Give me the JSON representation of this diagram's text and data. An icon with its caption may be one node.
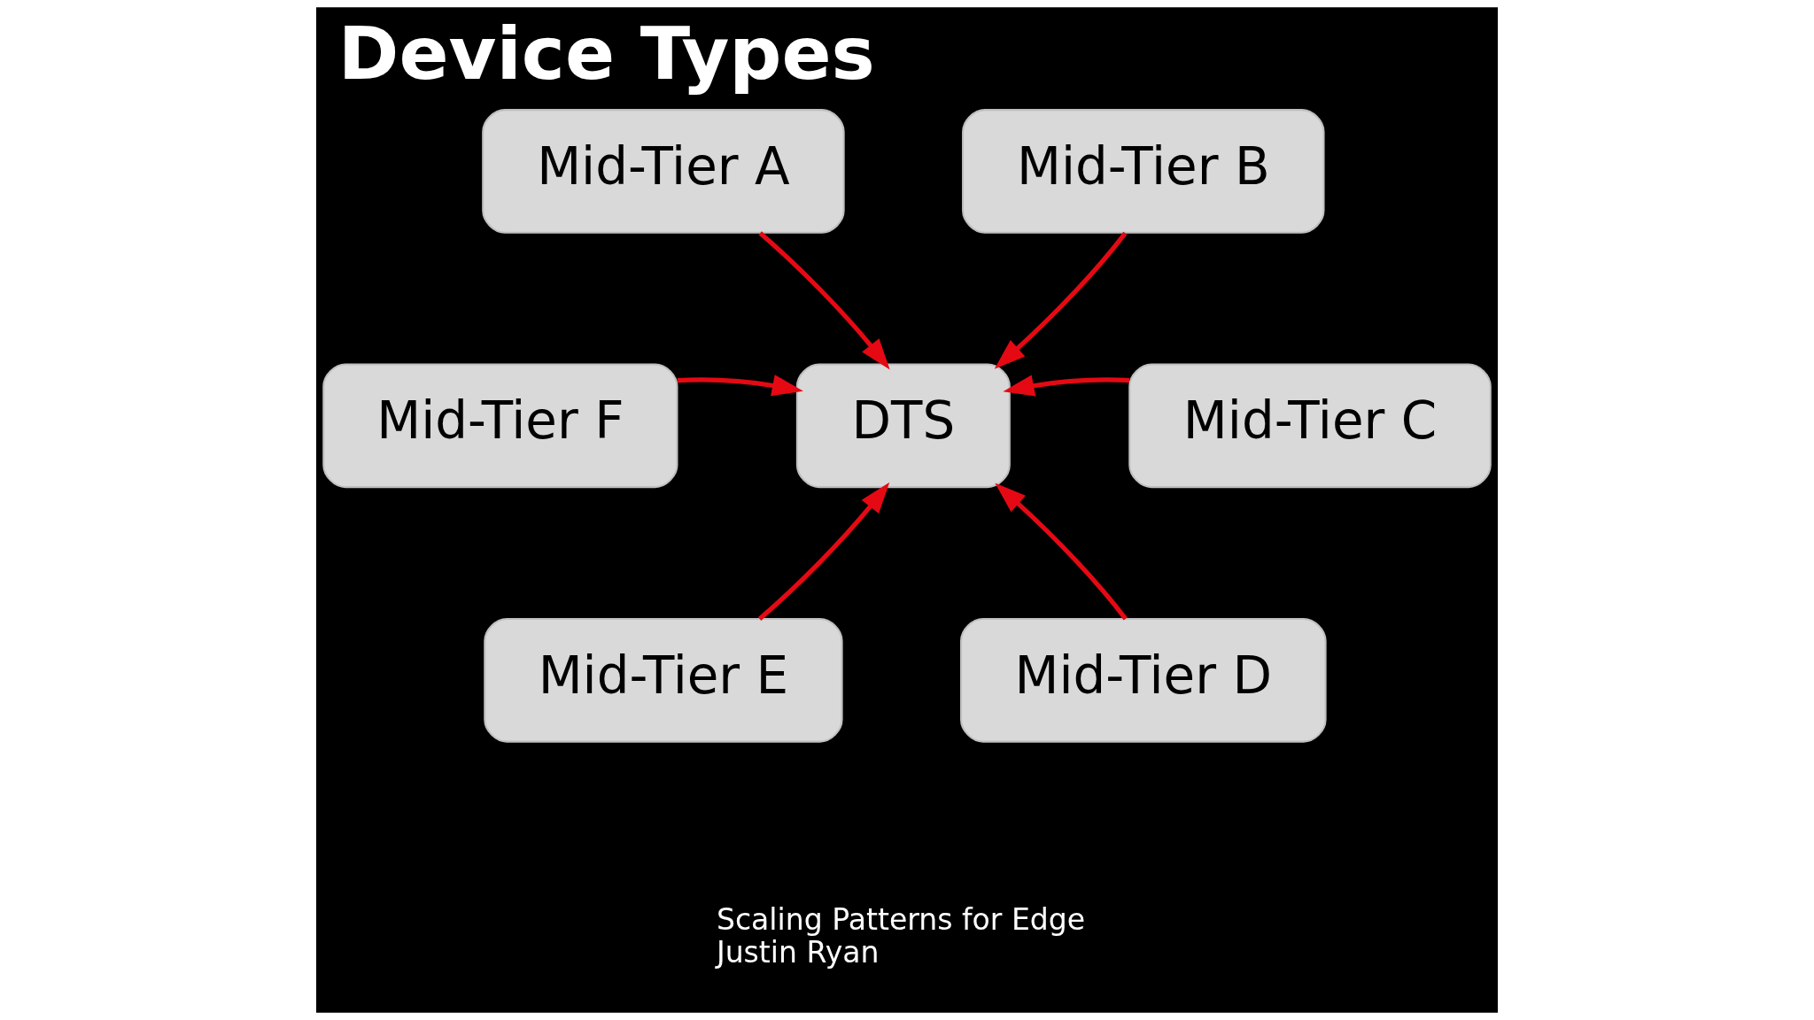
{
  "diagram": {
    "title": "Device Types",
    "nodes": [
      {
        "text": [
          "Mid-Tier A"
        ]
      },
      {
        "text": [
          "Mid-Tier B"
        ]
      },
      {
        "text": [
          "DTS"
        ]
      },
      {
        "text": [
          "Mid-Tier F"
        ]
      },
      {
        "text": [
          "Mid-Tier C"
        ]
      },
      {
        "text": [
          "Mid-Tier E"
        ]
      },
      {
        "text": [
          "Mid-Tier D"
        ]
      }
    ],
    "edges": [
      {
        "from": 0,
        "to": 2,
        "arrow": "to"
      },
      {
        "from": 1,
        "to": 2,
        "arrow": "to"
      },
      {
        "from": 3,
        "to": 2,
        "arrow": "to"
      },
      {
        "from": 4,
        "to": 2,
        "arrow": "to"
      },
      {
        "from": 5,
        "to": 2,
        "arrow": "to"
      },
      {
        "from": 6,
        "to": 2,
        "arrow": "to"
      }
    ],
    "labels": [
      "Scaling Patterns for Edge",
      "Justin Ryan"
    ]
  }
}
